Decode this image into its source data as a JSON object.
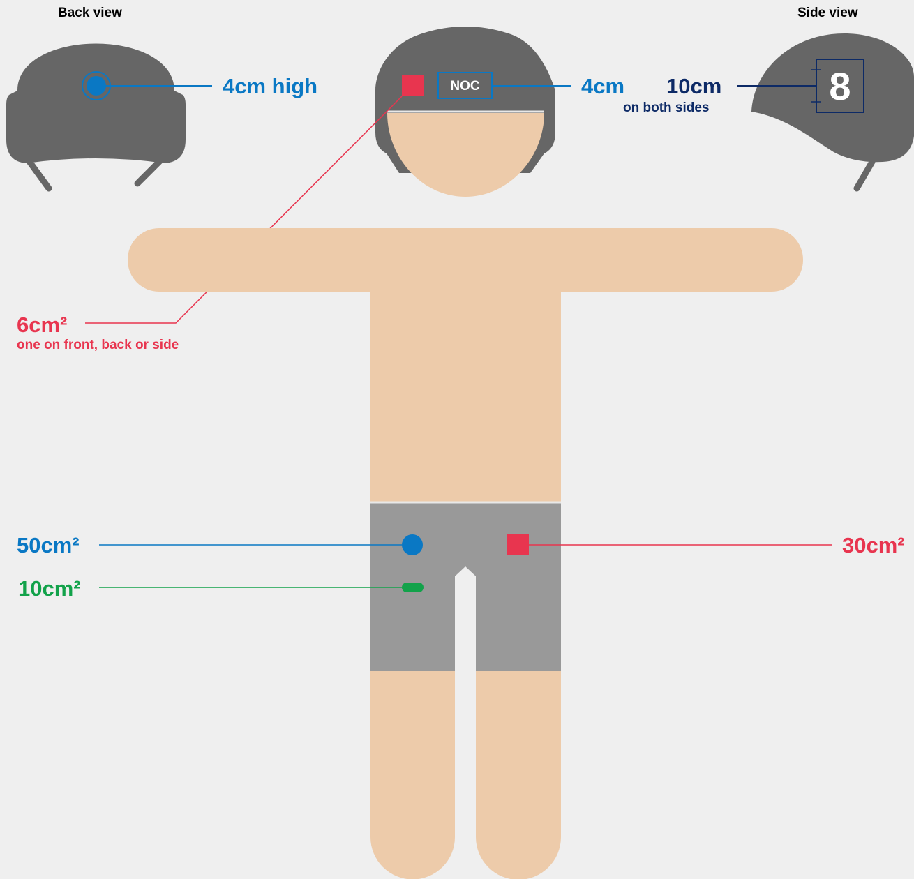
{
  "views": {
    "back_view_title": "Back view",
    "side_view_title": "Side view"
  },
  "cap": {
    "noc_text": "NOC",
    "number_text": "8"
  },
  "labels": {
    "back_logo_height": "4cm high",
    "noc_height": "4cm",
    "number_height": "10cm",
    "number_note": "on both sides",
    "manufacturer_cap_area": "6cm²",
    "manufacturer_cap_note": "one on front, back or side",
    "swimsuit_logo_area": "50cm²",
    "swimsuit_small_area": "10cm²",
    "swimsuit_right_area": "30cm²"
  },
  "colors": {
    "background": "#efefef",
    "cap_gray": "#666666",
    "skin": "#edcbaa",
    "trunks_gray": "#999999",
    "blue": "#0a78c4",
    "red": "#e8354f",
    "green": "#12a24a",
    "navy": "#0d2a66"
  }
}
